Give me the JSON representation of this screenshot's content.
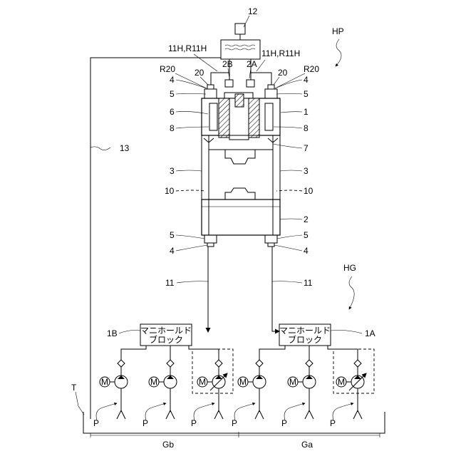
{
  "labels": {
    "tank_12": "12",
    "hp": "HP",
    "hg": "HG",
    "h11_left": "11H,R11H",
    "h11_right": "11H,R11H",
    "p2b": "2B",
    "p2a": "2A",
    "r20_left": "R20",
    "r20_right": "R20",
    "n20_left": "20",
    "n20_right": "20",
    "n4_tl": "4",
    "n4_tr": "4",
    "n5_tl": "5",
    "n5_tr": "5",
    "n6": "6",
    "n1": "1",
    "n8_l": "8",
    "n8_r": "8",
    "n7": "7",
    "n3_l": "3",
    "n3_r": "3",
    "n10_l": "10",
    "n10_r": "10",
    "n2": "2",
    "n5_bl": "5",
    "n5_br": "5",
    "n4_bl": "4",
    "n4_br": "4",
    "n11_l": "11",
    "n11_r": "11",
    "n13": "13",
    "tank_t": "T",
    "mb": "1B",
    "ma": "1A",
    "manifold_l1": "マニホールド",
    "manifold_l2": "ブロック",
    "manifold_r1": "マニホールド",
    "manifold_r2": "ブロック",
    "motor": "M",
    "pump": "P",
    "gb": "Gb",
    "ga": "Ga"
  },
  "pump_units": [
    {
      "group": "Gb",
      "motor": "M",
      "pump_label": "P",
      "variable": false
    },
    {
      "group": "Gb",
      "motor": "M",
      "pump_label": "P",
      "variable": false
    },
    {
      "group": "Gb",
      "motor": "M",
      "pump_label": "P",
      "variable": true
    },
    {
      "group": "Ga",
      "motor": "M",
      "pump_label": "P",
      "variable": false
    },
    {
      "group": "Ga",
      "motor": "M",
      "pump_label": "P",
      "variable": false
    },
    {
      "group": "Ga",
      "motor": "M",
      "pump_label": "P",
      "variable": true
    }
  ]
}
